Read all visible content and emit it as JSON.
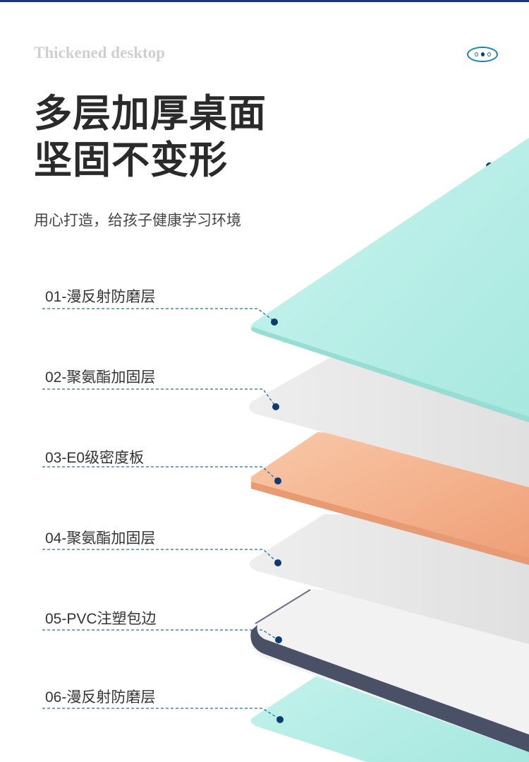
{
  "header": {
    "subtitle_en": "Thickened desktop",
    "title_line1": "多层加厚桌面",
    "title_line2": "坚固不变形",
    "slogan": "用心打造，给孩子健康学习环境"
  },
  "layers": [
    {
      "label": "01-漫反射防磨层",
      "color": "#bff0ea"
    },
    {
      "label": "02-聚氨酯加固层",
      "color": "#e6e6e6"
    },
    {
      "label": "03-E0级密度板",
      "color": "#f5b48f"
    },
    {
      "label": "04-聚氨酯加固层",
      "color": "#e8e8e8"
    },
    {
      "label": "05-PVC注塑包边",
      "color": "#4a5066"
    },
    {
      "label": "06-漫反射防磨层",
      "color": "#bff0ea"
    }
  ],
  "colors": {
    "accent": "#0d3d6e",
    "dash": "#1c6fa0"
  }
}
